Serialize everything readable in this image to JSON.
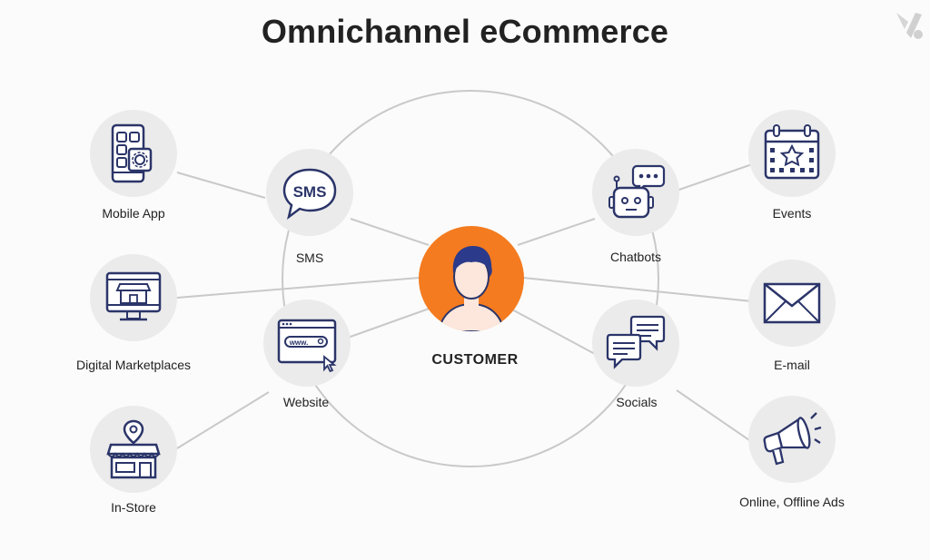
{
  "title": "Omnichannel eCommerce",
  "center": {
    "label": "CUSTOMER"
  },
  "nodes": {
    "mobile_app": "Mobile App",
    "digital_marketplaces": "Digital Marketplaces",
    "in_store": "In-Store",
    "sms": "SMS",
    "website": "Website",
    "chatbots": "Chatbots",
    "socials": "Socials",
    "events": "Events",
    "email": "E-mail",
    "ads": "Online, Offline Ads"
  },
  "icon_text": {
    "sms": "SMS",
    "www": "www."
  },
  "colors": {
    "accent_orange": "#f47b1f",
    "icon_navy": "#2b3569",
    "node_bg": "#ebebeb",
    "line": "#c9c9c9"
  }
}
